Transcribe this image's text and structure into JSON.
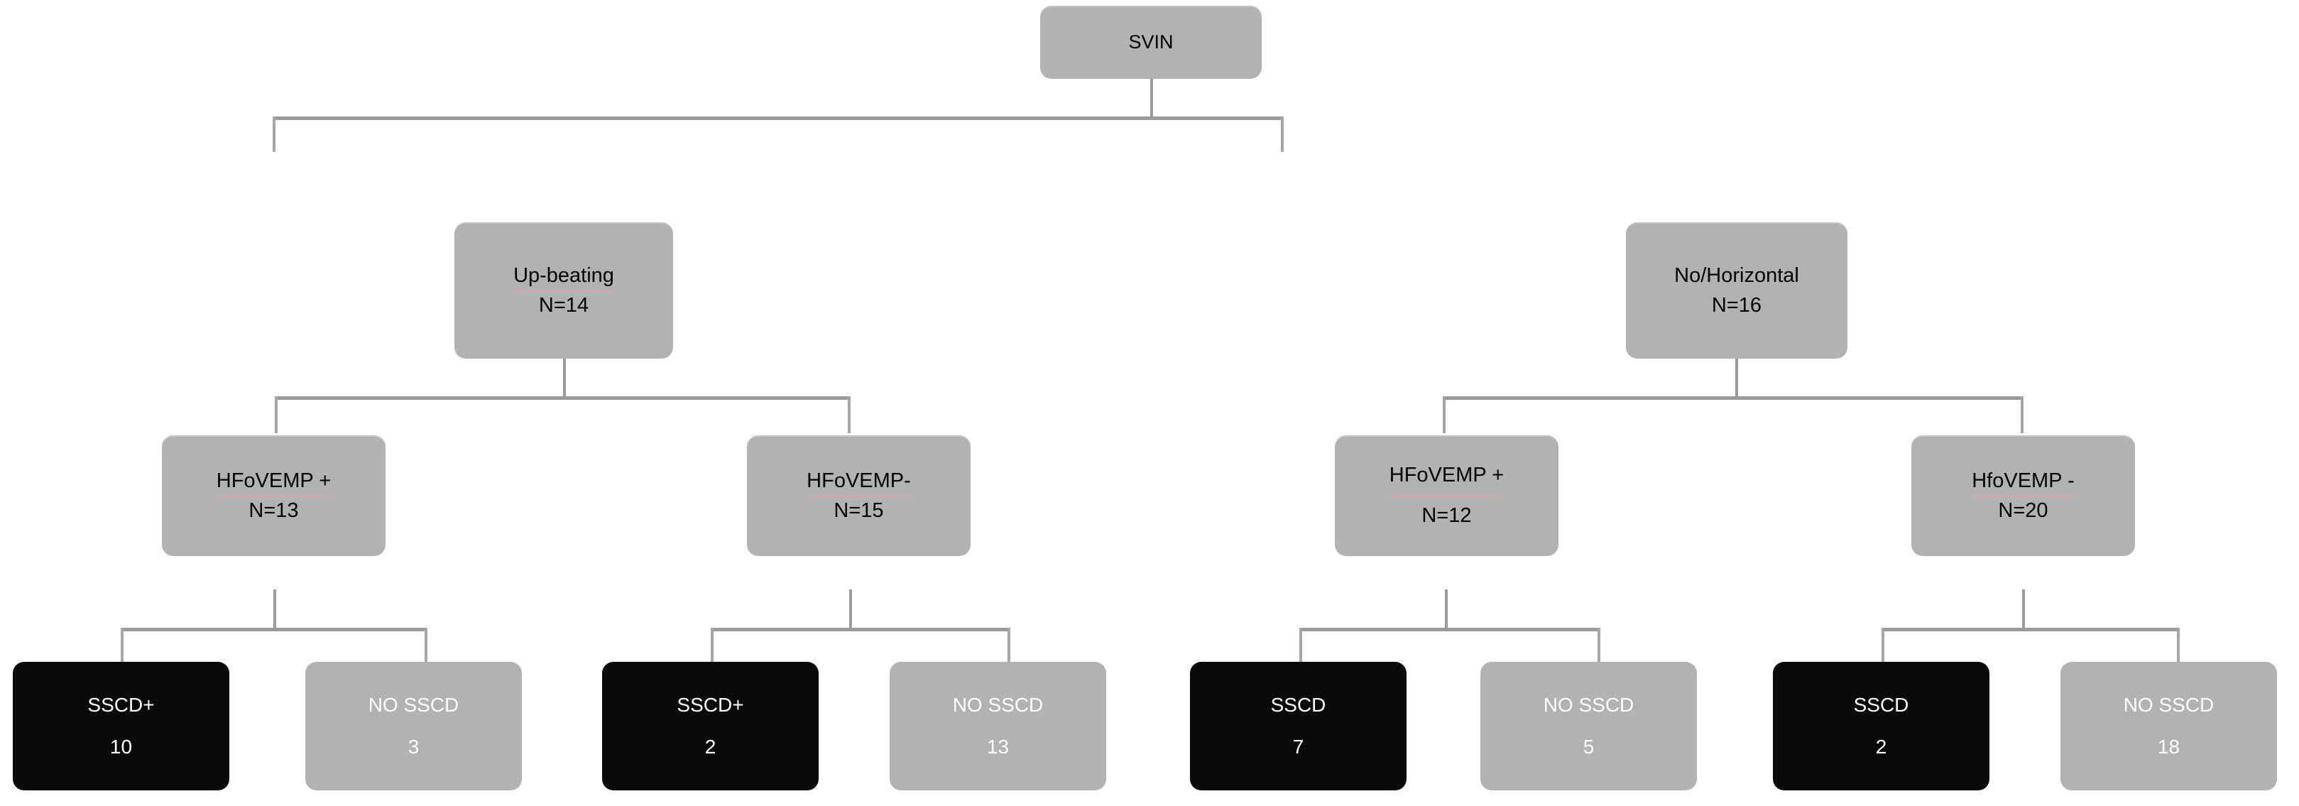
{
  "diagram": {
    "type": "flowchart-tree",
    "title_text": "SVIN",
    "colors": {
      "node_gray": "#b2b2b2",
      "node_black": "#0a0a0a",
      "connector": "#9a9a9a",
      "text_dark": "#000000",
      "text_light": "#ffffff",
      "background": "#ffffff"
    },
    "levels": {
      "root": {
        "label": "SVIN"
      },
      "level2": [
        {
          "label": "Up-beating",
          "count_label": "N=14",
          "misspelled": true
        },
        {
          "label": "No/Horizontal",
          "count_label": "N=16",
          "misspelled": false
        }
      ],
      "level3": [
        {
          "label": "HFoVEMP +",
          "count_label": "N=13",
          "misspelled": true
        },
        {
          "label": "HFoVEMP-",
          "count_label": "N=15",
          "misspelled": true
        },
        {
          "label": "HFoVEMP +",
          "count_label": "N=12",
          "misspelled": true
        },
        {
          "label": "HfoVEMP -",
          "count_label": "N=20",
          "misspelled": true
        }
      ],
      "leaves": [
        {
          "label": "SSCD+",
          "value": "10",
          "style": "black"
        },
        {
          "label": "NO SSCD",
          "value": "3",
          "style": "gray"
        },
        {
          "label": "SSCD+",
          "value": "2",
          "style": "black"
        },
        {
          "label": "NO SSCD",
          "value": "13",
          "style": "gray"
        },
        {
          "label": "SSCD",
          "value": "7",
          "style": "black"
        },
        {
          "label": "NO SSCD",
          "value": "5",
          "style": "gray"
        },
        {
          "label": "SSCD",
          "value": "2",
          "style": "black"
        },
        {
          "label": "NO SSCD",
          "value": "18",
          "style": "gray"
        }
      ]
    }
  },
  "chart_data": {
    "type": "table",
    "title": "SVIN diagnostic decision tree",
    "root": "SVIN",
    "branches": [
      {
        "nystagmus": "Up-beating",
        "n": 14,
        "children": [
          {
            "hfovemp": "HFoVEMP +",
            "n": 13,
            "outcomes": [
              {
                "label": "SSCD+",
                "value": 10
              },
              {
                "label": "NO SSCD",
                "value": 3
              }
            ]
          },
          {
            "hfovemp": "HFoVEMP-",
            "n": 15,
            "outcomes": [
              {
                "label": "SSCD+",
                "value": 2
              },
              {
                "label": "NO SSCD",
                "value": 13
              }
            ]
          }
        ]
      },
      {
        "nystagmus": "No/Horizontal",
        "n": 16,
        "children": [
          {
            "hfovemp": "HFoVEMP +",
            "n": 12,
            "outcomes": [
              {
                "label": "SSCD",
                "value": 7
              },
              {
                "label": "NO SSCD",
                "value": 5
              }
            ]
          },
          {
            "hfovemp": "HfoVEMP -",
            "n": 20,
            "outcomes": [
              {
                "label": "SSCD",
                "value": 2
              },
              {
                "label": "NO SSCD",
                "value": 18
              }
            ]
          }
        ]
      }
    ]
  }
}
